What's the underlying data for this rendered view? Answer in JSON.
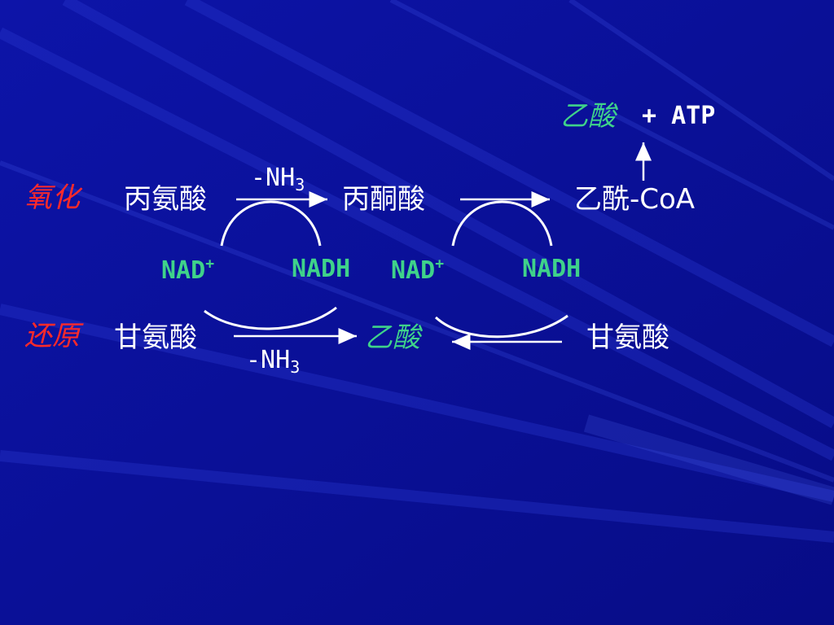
{
  "labels": {
    "oxidation": "氧化",
    "reduction": "还原"
  },
  "oxidation_path": {
    "alanine": "丙氨酸",
    "pyruvate": "丙酮酸",
    "acetyl_coa": "乙酰-CoA",
    "deamination": {
      "base": "-NH",
      "sub": "3"
    },
    "nad_1": {
      "base": "NAD",
      "sup": "+"
    },
    "nadh_1": "NADH",
    "nad_2": {
      "base": "NAD",
      "sup": "+"
    },
    "nadh_2": "NADH",
    "acetic_acid": "乙酸",
    "plus_atp": "+ ATP"
  },
  "reduction_path": {
    "glycine_left": "甘氨酸",
    "deamination": {
      "base": "-NH",
      "sub": "3"
    },
    "acetic_acid": "乙酸",
    "glycine_right": "甘氨酸"
  },
  "colors": {
    "background": "#0a0f9a",
    "text": "#ffffff",
    "highlight_green": "#3fd28a",
    "label_red": "#ff2a2a"
  }
}
